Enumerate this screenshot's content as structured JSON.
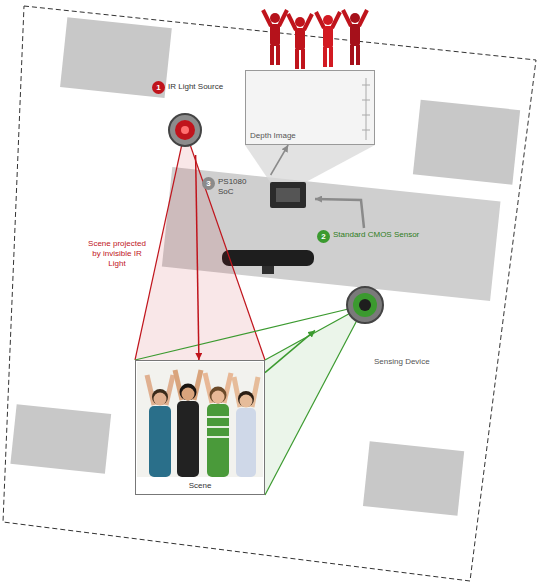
{
  "diagram": {
    "nodes": [
      {
        "text": [
          "Depth Image"
        ]
      },
      {
        "text": [
          "PS1080 SoC"
        ]
      },
      {
        "text": [
          "IR Light Source"
        ]
      },
      {
        "text": [
          "Standard CMOS Sensor"
        ]
      },
      {
        "text": [
          "Scene"
        ]
      }
    ],
    "edges": [
      {
        "from": 2,
        "to": 4,
        "arrow": "to"
      },
      {
        "from": 4,
        "to": 3,
        "arrow": "to"
      },
      {
        "from": 3,
        "to": 1,
        "arrow": "to"
      },
      {
        "from": 1,
        "to": 0,
        "arrow": "to"
      }
    ],
    "labels": [
      "1",
      "2",
      "3",
      "Scene projected by invisible IR Light",
      "Sensing Device"
    ]
  }
}
